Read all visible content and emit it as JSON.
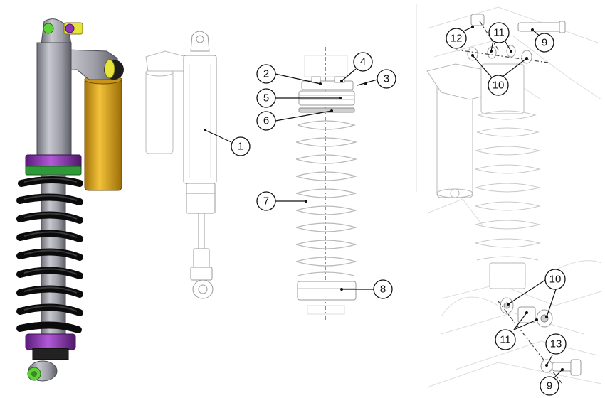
{
  "figure": {
    "panels": [
      "assembled-shock-render",
      "shock-body-diagram",
      "spring-stack-diagram",
      "mounting-hardware-diagram"
    ]
  },
  "callouts": [
    {
      "id": "c1",
      "label": "1"
    },
    {
      "id": "c2",
      "label": "2"
    },
    {
      "id": "c3",
      "label": "3"
    },
    {
      "id": "c4",
      "label": "4"
    },
    {
      "id": "c5",
      "label": "5"
    },
    {
      "id": "c6",
      "label": "6"
    },
    {
      "id": "c7",
      "label": "7"
    },
    {
      "id": "c8",
      "label": "8"
    },
    {
      "id": "c9a",
      "label": "9"
    },
    {
      "id": "c9b",
      "label": "9"
    },
    {
      "id": "c10a",
      "label": "10"
    },
    {
      "id": "c10b",
      "label": "10"
    },
    {
      "id": "c11a",
      "label": "11"
    },
    {
      "id": "c11b",
      "label": "11"
    },
    {
      "id": "c12",
      "label": "12"
    },
    {
      "id": "c13",
      "label": "13"
    }
  ],
  "colors": {
    "body_gray": "#9d9da6",
    "reservoir_gold": "#d9a21c",
    "spring_black": "#1c1c1c",
    "collar_purple": "#8e34b8",
    "collar_green": "#2f9a3a",
    "bolt_green": "#5fd13a",
    "bolt_yellow": "#e6e33a"
  }
}
